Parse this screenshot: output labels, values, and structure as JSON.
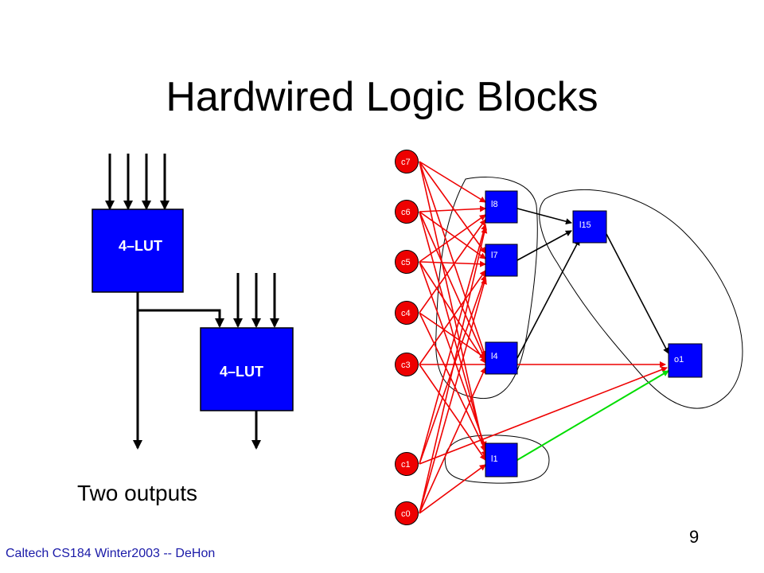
{
  "slide": {
    "title": "Hardwired Logic Blocks",
    "caption": "Two outputs",
    "footer": "Caltech CS184 Winter2003 -- DeHon",
    "page_number": "9"
  },
  "lut_diagram": {
    "top_lut_label": "4–LUT",
    "bottom_lut_label": "4–LUT",
    "block_color": "#0000ff"
  },
  "graph": {
    "input_nodes": [
      "c7",
      "c6",
      "c5",
      "c4",
      "c3",
      "c1",
      "c0"
    ],
    "logic_nodes": [
      "l8",
      "l7",
      "l4",
      "l1",
      "l15",
      "o1"
    ],
    "edge_colors": {
      "input_edges": "#ee0000",
      "internal_edges": "#000000",
      "highlight_edge": "#00dd00"
    }
  }
}
